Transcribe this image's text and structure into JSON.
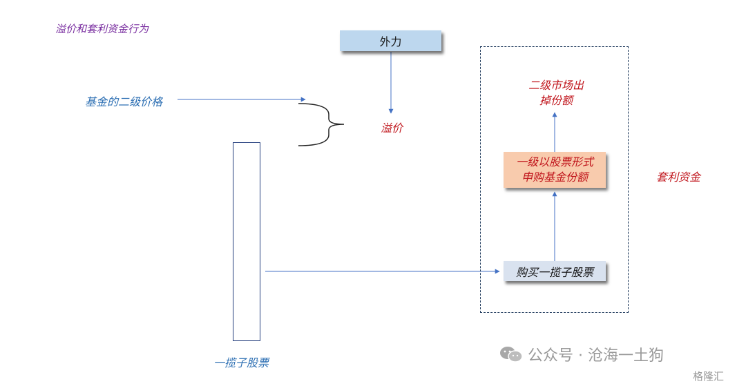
{
  "title": "溢价和套利资金行为",
  "external_force": "外力",
  "fund_secondary_price": "基金的二级价格",
  "premium": "溢价",
  "secondary_sell": [
    "二级市场出",
    "掉份额"
  ],
  "primary_subscribe": [
    "一级以股票形式",
    "申购基金份额"
  ],
  "arbitrage_funds": "套利资金",
  "buy_basket": "购买一揽子股票",
  "basket": "一揽子股票",
  "watermark": {
    "text": "公众号 · 沧海一土狗",
    "icon": "wechat-icon"
  },
  "corner_logo": "格隆汇",
  "colors": {
    "title": "#7a2fa0",
    "blue_label": "#2d6fb3",
    "red_label": "#c0141b",
    "arrow": "#4472c4",
    "force_box": "#bdd7ee",
    "orange_box": "#f8cbad"
  }
}
